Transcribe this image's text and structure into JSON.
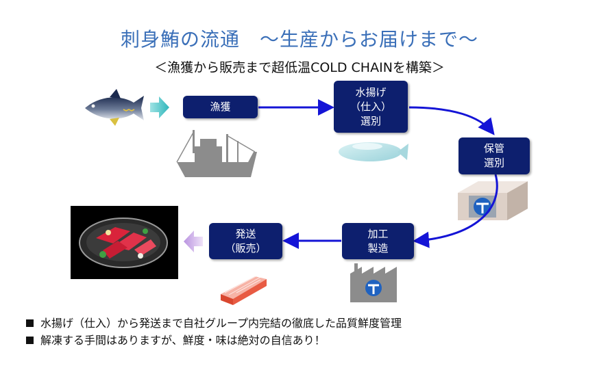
{
  "title": "刺身鮪の流通　～生産からお届けまで～",
  "subtitle": "＜漁獲から販売まで超低温COLD CHAINを構築＞",
  "steps": {
    "catch": [
      "漁獲"
    ],
    "landing": [
      "水揚げ",
      "（仕入）",
      "選別"
    ],
    "storage": [
      "保管",
      "選別"
    ],
    "processing": [
      "加工",
      "製造"
    ],
    "shipping": [
      "発送",
      "（販売）"
    ]
  },
  "notes": [
    "水揚げ（仕入）から発送まで自社グループ内完結の徹底した品質鮮度管理",
    "解凍する手間はありますが、鮮度・味は絶対の自信あり！"
  ],
  "colors": {
    "box": "#0d1f6e",
    "arrow": "#1414d6",
    "title": "#3a6fb8",
    "input_arrow": "#46c2c6",
    "output_arrow": "#c9a6e6"
  }
}
